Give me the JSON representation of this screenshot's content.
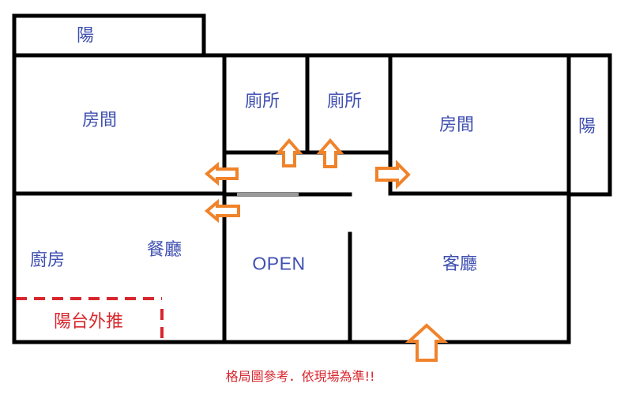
{
  "title": "Floor plan",
  "colors": {
    "wall": "#000000",
    "room_label": "#3f4fb0",
    "arrow": "#f0832a",
    "annotation": "#d8262d"
  },
  "rooms": [
    {
      "id": "balcony-top",
      "label": "陽"
    },
    {
      "id": "bedroom-left",
      "label": "房間"
    },
    {
      "id": "toilet-1",
      "label": "廁所"
    },
    {
      "id": "toilet-2",
      "label": "廁所"
    },
    {
      "id": "bedroom-right",
      "label": "房間"
    },
    {
      "id": "balcony-right",
      "label": "陽"
    },
    {
      "id": "kitchen",
      "label": "廚房"
    },
    {
      "id": "dining",
      "label": "餐廳"
    },
    {
      "id": "open-room",
      "label": "OPEN"
    },
    {
      "id": "living-room",
      "label": "客廳"
    },
    {
      "id": "balcony-extension",
      "label": "陽台外推"
    }
  ],
  "arrows": [
    {
      "id": "arrow-to-bedroom-left",
      "direction": "left"
    },
    {
      "id": "arrow-to-kitchen",
      "direction": "left"
    },
    {
      "id": "arrow-to-toilet-1",
      "direction": "up"
    },
    {
      "id": "arrow-to-toilet-2",
      "direction": "up"
    },
    {
      "id": "arrow-to-bedroom-right",
      "direction": "right"
    },
    {
      "id": "arrow-entrance",
      "direction": "up"
    }
  ],
  "footnote": "格局圖參考．依現場為準!!"
}
